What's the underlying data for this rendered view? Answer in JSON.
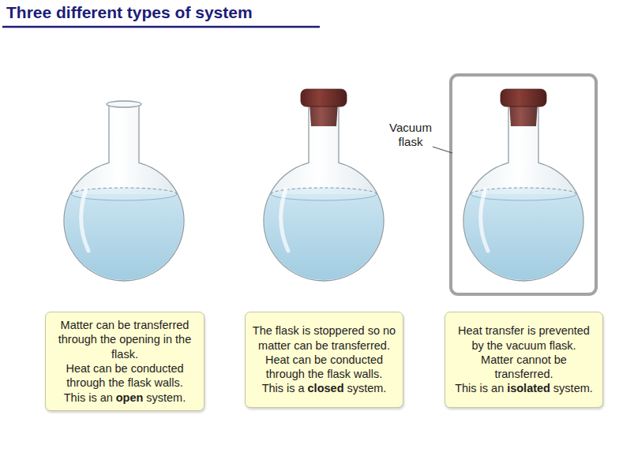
{
  "diagram": {
    "title": "Three different types of system",
    "nodes": [
      {
        "text": [
          "Matter can be transferred through the opening in the flask.",
          "Heat can be conducted through the flask walls.",
          "This is an",
          "open",
          "system."
        ]
      },
      {
        "text": [
          "The flask is stoppered so no matter can be transferred.",
          "Heat can be conducted through the flask walls.",
          "This is a",
          "closed",
          "system."
        ]
      },
      {
        "text": [
          "Heat transfer is prevented by the vacuum flask.",
          "Matter cannot be transferred.",
          "This is an",
          "isolated",
          "system."
        ]
      }
    ],
    "labels": [
      "Vacuum flask"
    ]
  }
}
